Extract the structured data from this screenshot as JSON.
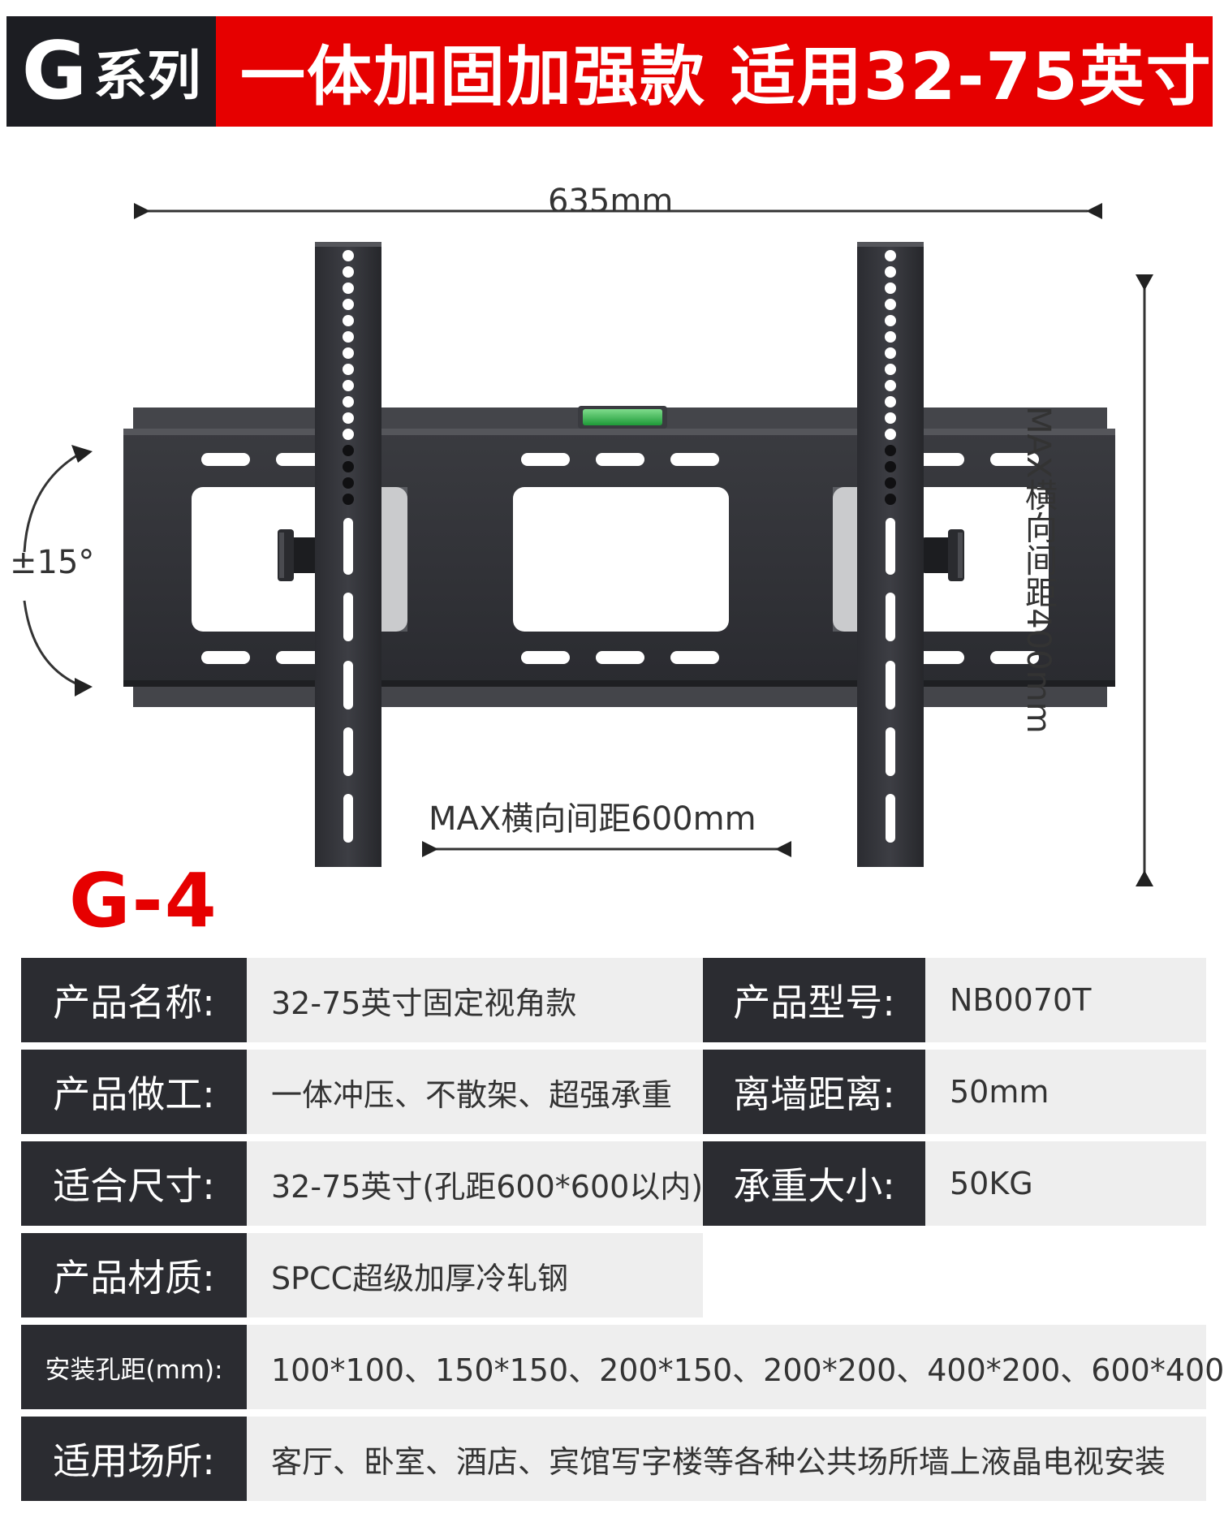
{
  "header": {
    "series_letter": "G",
    "series_label": "系列",
    "title": "一体加固加强款 适用32-75英寸"
  },
  "diagram": {
    "width_label": "635mm",
    "height_label": "MAX横向间距400mm",
    "tilt_label": "±15°",
    "spacing_label": "MAX横向间距600mm"
  },
  "model_code": "G-4",
  "specs": {
    "name_label": "产品名称:",
    "name_value": "32-75英寸固定视角款",
    "model_label": "产品型号:",
    "model_value": "NB0070T",
    "craft_label": "产品做工:",
    "craft_value": "一体冲压、不散架、超强承重",
    "wall_distance_label": "离墙距离:",
    "wall_distance_value": "50mm",
    "size_label": "适合尺寸:",
    "size_value": "32-75英寸(孔距600*600以内)",
    "load_label": "承重大小:",
    "load_value": "50KG",
    "material_label": "产品材质:",
    "material_value": "SPCC超级加厚冷轧钢",
    "hole_label": "安装孔距(mm):",
    "hole_value": "100*100、150*150、200*150、200*200、400*200、600*400",
    "place_label": "适用场所:",
    "place_value": "客厅、卧室、酒店、宾馆写字楼等各种公共场所墙上液晶电视安装"
  },
  "colors": {
    "accent_red": "#e60000",
    "dark": "#1c1d22",
    "label_bg": "#2b2c31",
    "value_bg": "#eeeeee",
    "level_green": "#2fb34a"
  }
}
